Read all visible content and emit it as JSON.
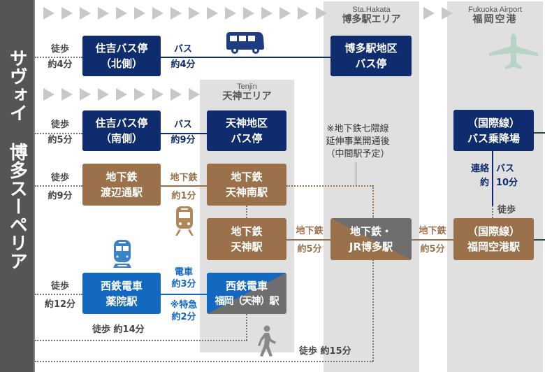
{
  "title": "サヴォイ 博多スーペリア",
  "areas": {
    "hakata": {
      "en": "Sta.Hakata",
      "ja": "博多駅エリア"
    },
    "tenjin": {
      "en": "Tenjin",
      "ja": "天神エリア"
    },
    "airport": {
      "en": "Fukuoka Airport",
      "ja": "福岡空港"
    }
  },
  "stations": {
    "sumiyoshi_north": {
      "line1": "住吉バス停",
      "line2": "（北側）"
    },
    "sumiyoshi_south": {
      "line1": "住吉バス停",
      "line2": "（南側）"
    },
    "watanabe_dori": {
      "line1": "地下鉄",
      "line2": "渡辺通駅"
    },
    "yakuin": {
      "line1": "西鉄電車",
      "line2": "薬院駅"
    },
    "hakata_bus": {
      "line1": "博多駅地区",
      "line2": "バス停"
    },
    "tenjin_bus": {
      "line1": "天神地区",
      "line2": "バス停"
    },
    "tenjin_minami": {
      "line1": "地下鉄",
      "line2": "天神南駅"
    },
    "tenjin": {
      "line1": "地下鉄",
      "line2": "天神駅"
    },
    "nishitetsu_fukuoka": {
      "line1": "西鉄電車",
      "line2": "福岡（天神）駅"
    },
    "hakata": {
      "line1": "地下鉄・",
      "line2": "JR博多駅"
    },
    "airport_bus": {
      "line1": "（国際線）",
      "line2": "バス乗降場"
    },
    "airport_station": {
      "line1": "（国際線）",
      "line2": "福岡空港駅"
    }
  },
  "labels": {
    "walk_4": {
      "mode": "徒歩",
      "time": "約4分"
    },
    "walk_5": {
      "mode": "徒歩",
      "time": "約5分"
    },
    "walk_9": {
      "mode": "徒歩",
      "time": "約9分"
    },
    "walk_12": {
      "mode": "徒歩",
      "time": "約12分"
    },
    "bus_4": {
      "mode": "バス",
      "time": "約4分"
    },
    "bus_9": {
      "mode": "バス",
      "time": "約9分"
    },
    "subway_1": {
      "mode": "地下鉄",
      "time": "約1分"
    },
    "train_3": {
      "mode": "電車",
      "time": "約3分"
    },
    "express_2": {
      "mode": "※特急",
      "time": "約2分"
    },
    "subway_5a": {
      "mode": "地下鉄",
      "time": "約5分"
    },
    "subway_5b": {
      "mode": "地下鉄",
      "time": "約5分"
    },
    "walk_14": "徒歩 約14分",
    "walk_15": "徒歩 約15分",
    "shuttle_left1": "連絡",
    "shuttle_left2": "約",
    "shuttle_right1": "バス",
    "shuttle_right2": "10分",
    "walk_airport": "徒歩"
  },
  "note": {
    "line1": "※地下鉄七隈線",
    "line2": "延伸事業開通後",
    "line3": "（中間駅予定）"
  },
  "colors": {
    "bus": "#0e2c6e",
    "subway": "#9a714a",
    "nishitetsu": "#1468c0",
    "jr": "#6e6e6e",
    "area": "#e0e0e0",
    "sidebar": "#555555"
  }
}
